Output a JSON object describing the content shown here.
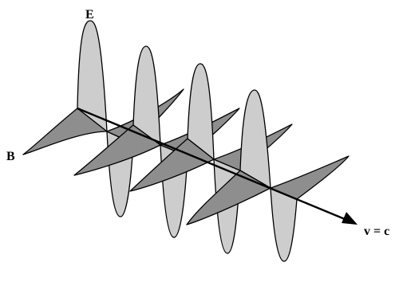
{
  "labels": {
    "electric_field": "E",
    "magnetic_field": "B",
    "propagation": "v = c"
  },
  "colors": {
    "electric_field_fill": "#cdcdcd",
    "magnetic_field_fill": "#8e8e8e",
    "outline": "#000000",
    "background": "#ffffff"
  },
  "wave": {
    "cycles_shown": 4
  }
}
